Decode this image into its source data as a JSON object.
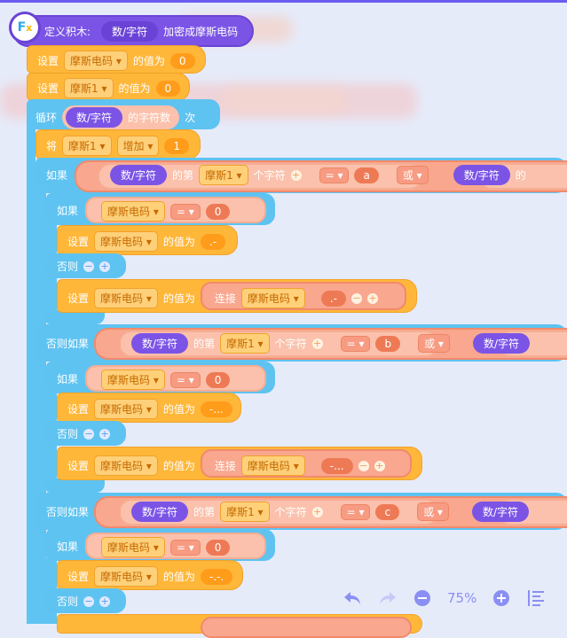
{
  "define": {
    "label": "定义积木:",
    "param": "数/字符",
    "name": "加密成摩斯电码"
  },
  "set1": {
    "label": "设置",
    "var": "摩斯电码",
    "mid": "的值为",
    "value": "0"
  },
  "set2": {
    "label": "设置",
    "var": "摩斯1",
    "mid": "的值为",
    "value": "0"
  },
  "loop": {
    "label": "循环",
    "param": "数/字符",
    "mid": "的字符数",
    "end": "次"
  },
  "inc": {
    "label": "将",
    "var": "摩斯1",
    "op": "增加",
    "value": "1"
  },
  "branches": [
    {
      "label": "如果",
      "param": "数/字符",
      "nth": "的第",
      "var": "摩斯1",
      "unit": "个字符",
      "cmp": "=",
      "value": "a",
      "or": "或",
      "next_param": "数/字符",
      "next_nth": "的",
      "inner": {
        "if": "如果",
        "var": "摩斯电码",
        "cmp": "=",
        "value": "0",
        "set_label": "设置",
        "set_var": "摩斯电码",
        "set_mid": "的值为",
        "set_value": ".-",
        "else": "否则",
        "join_label": "设置",
        "join_var": "摩斯电码",
        "join_mid": "的值为",
        "join": "连接",
        "join_arg": "摩斯电码",
        "join_value": ".-"
      }
    },
    {
      "label": "否则如果",
      "param": "数/字符",
      "nth": "的第",
      "var": "摩斯1",
      "unit": "个字符",
      "cmp": "=",
      "value": "b",
      "or": "或",
      "next_param": "数/字符",
      "inner": {
        "if": "如果",
        "var": "摩斯电码",
        "cmp": "=",
        "value": "0",
        "set_label": "设置",
        "set_var": "摩斯电码",
        "set_mid": "的值为",
        "set_value": "-...",
        "else": "否则",
        "join_label": "设置",
        "join_var": "摩斯电码",
        "join_mid": "的值为",
        "join": "连接",
        "join_arg": "摩斯电码",
        "join_value": "-..."
      }
    },
    {
      "label": "否则如果",
      "param": "数/字符",
      "nth": "的第",
      "var": "摩斯1",
      "unit": "个字符",
      "cmp": "=",
      "value": "c",
      "or": "或",
      "next_param": "数/字符",
      "inner": {
        "if": "如果",
        "var": "摩斯电码",
        "cmp": "=",
        "value": "0",
        "set_label": "设置",
        "set_var": "摩斯电码",
        "set_mid": "的值为",
        "set_value": "-.-.",
        "else": "否则"
      }
    }
  ],
  "zoom": {
    "level": "75%"
  },
  "colors": {
    "purple": "#7b54e6",
    "orange": "#ffb73a",
    "blue": "#5ec3f1",
    "salmon": "#f9a78f",
    "bg": "#e6ebfa"
  }
}
